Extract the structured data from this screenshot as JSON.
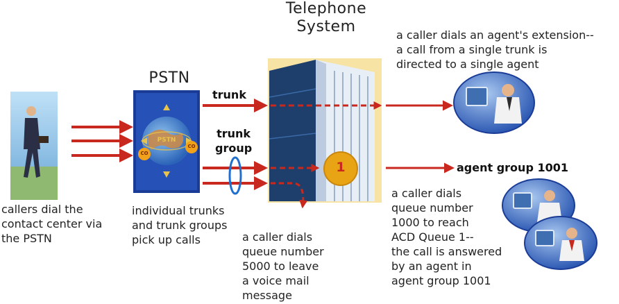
{
  "title": {
    "line1": "Telephone",
    "line2": "System"
  },
  "pstn": {
    "label": "PSTN",
    "globe_text": "PSTN",
    "co_badge": "CO"
  },
  "labels": {
    "trunk": "trunk",
    "trunk_group_line1": "trunk",
    "trunk_group_line2": "group",
    "agent_group": "agent group 1001",
    "queue_badge": "1"
  },
  "captions": {
    "callers": "callers dial the\ncontact center via\nthe PSTN",
    "trunks": "individual trunks\nand trunk groups\npick up calls",
    "voicemail": "a caller dials\nqueue number\n5000 to leave\na voice mail\nmessage",
    "extension": "a caller dials an agent's extension--\na call from a single trunk is\ndirected to a single agent",
    "queue": "a caller dials\nqueue number\n1000 to reach\nACD Queue 1--\nthe call is answered\nby an agent in\nagent group 1001"
  },
  "colors": {
    "arrow": "#c8281e",
    "building_dark": "#1e3f6b",
    "building_light": "#e8eef5",
    "backdrop": "#f7e3a3",
    "badge": "#e8a414",
    "ellipse": "#1f6fd1"
  }
}
